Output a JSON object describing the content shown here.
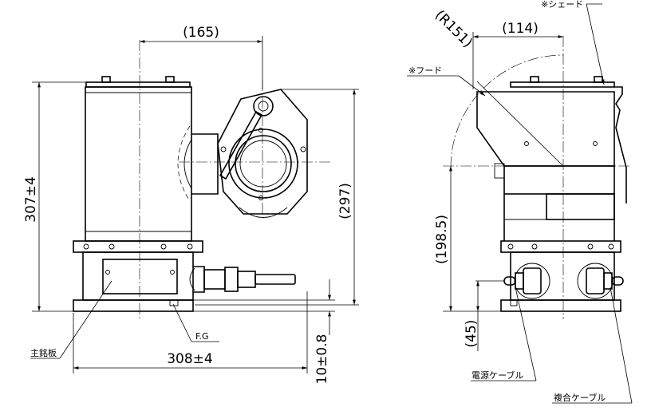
{
  "front_view": {
    "dim_width_top": "(165)",
    "dim_height_total": "307±4",
    "dim_height_right": "(297)",
    "dim_base_width": "308±4",
    "dim_base_height": "10±0.8",
    "label_fg": "F.G",
    "label_nameplate": "主銘板"
  },
  "side_view": {
    "label_shade": "※シェード",
    "label_hood": "※フード",
    "dim_radius": "(R151)",
    "dim_offset_top": "(114)",
    "dim_height_center": "(198.5)",
    "dim_cable_height": "(45)",
    "label_power_cable": "電源ケーブル",
    "label_composite_cable": "複合ケーブル"
  }
}
